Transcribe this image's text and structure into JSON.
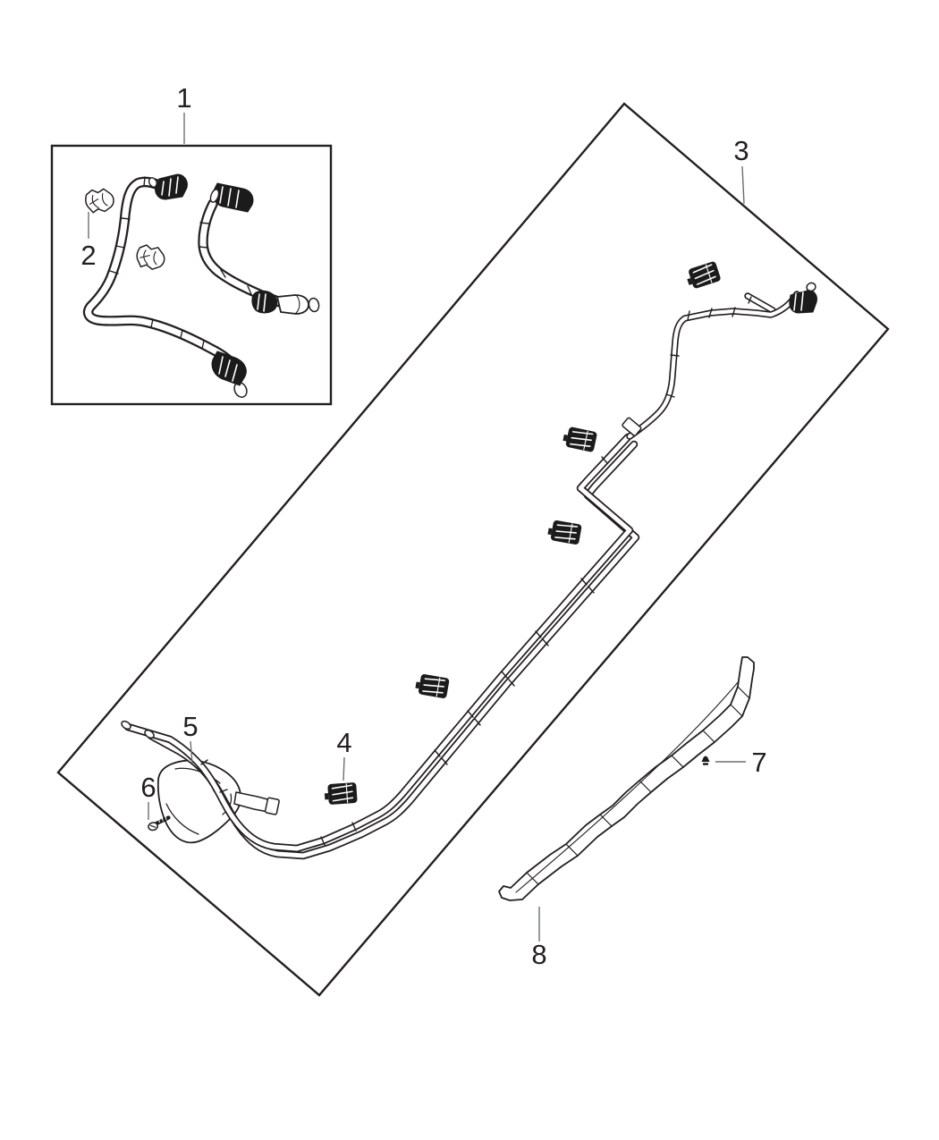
{
  "diagram": {
    "type": "exploded-parts-line-diagram",
    "subject": "fuel-lines-and-shield",
    "background": "#ffffff",
    "colors": {
      "line": "#231f20",
      "leader": "#6d6e71",
      "solid_part_fill": "#1b1b1b",
      "background": "#ffffff"
    },
    "callouts": [
      {
        "label": "1"
      },
      {
        "label": "2"
      },
      {
        "label": "3"
      },
      {
        "label": "4"
      },
      {
        "label": "5"
      },
      {
        "label": "6"
      },
      {
        "label": "7"
      },
      {
        "label": "8"
      }
    ]
  }
}
